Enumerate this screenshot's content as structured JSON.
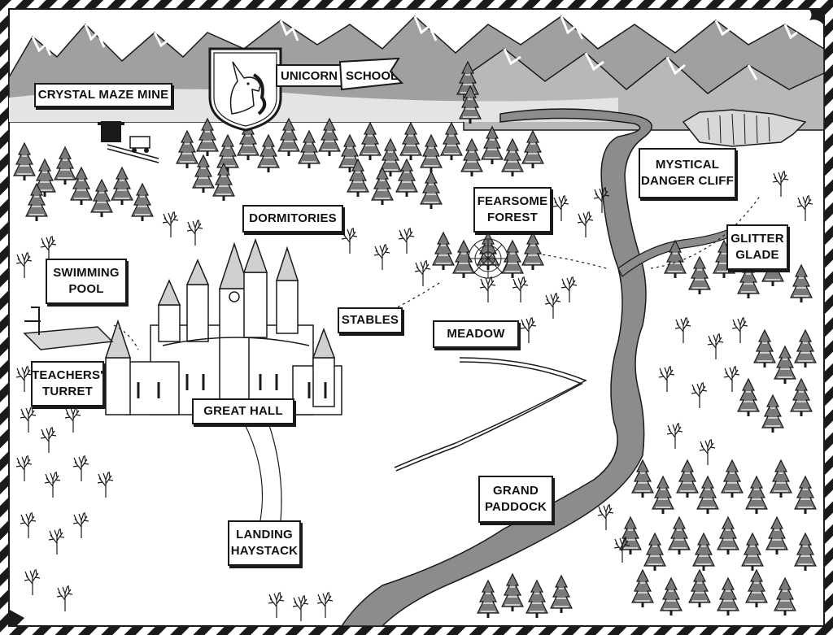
{
  "map": {
    "labels": {
      "crystal_maze_mine": "CRYSTAL MAZE MINE",
      "unicorn": "UNICORN",
      "school": "SCHOOL",
      "mystical_danger_cliff": [
        "MYSTICAL",
        "DANGER CLIFF"
      ],
      "fearsome_forest": [
        "FEARSOME",
        "FOREST"
      ],
      "dormitories": "DORMITORIES",
      "glitter_glade": [
        "GLITTER",
        "GLADE"
      ],
      "swimming_pool": [
        "SWIMMING",
        "POOL"
      ],
      "stables": "STABLES",
      "meadow": "MEADOW",
      "teachers_turret": [
        "TEACHERS'",
        "TURRET"
      ],
      "great_hall": "GREAT HALL",
      "grand_paddock": [
        "GRAND",
        "PADDOCK"
      ],
      "landing_haystack": [
        "LANDING",
        "HAYSTACK"
      ]
    },
    "icons": [
      "unicorn-crest-icon",
      "mine-cart-icon",
      "spider-web-icon",
      "castle-icon",
      "holly-icon"
    ],
    "colors": {
      "ink": "#1a1a1a",
      "mountain_grey": "#9a9a9a",
      "river_grey": "#8c8c8c",
      "tree_grey": "#7a7a7a",
      "paper": "#ffffff"
    }
  }
}
